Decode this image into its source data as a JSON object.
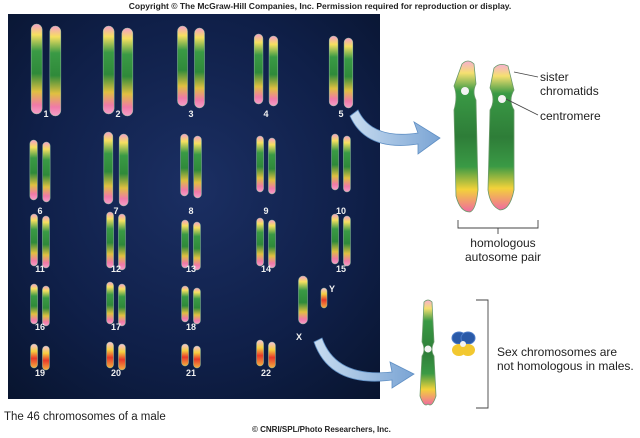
{
  "copyright": "Copyright © The McGraw-Hill Companies, Inc. Permission required for reproduction or display.",
  "caption": "The 46 chromosomes of a male",
  "credit": "© CNRI/SPL/Photo Researchers, Inc.",
  "labels": {
    "sister_line1": "sister",
    "sister_line2": "chromatids",
    "centromere": "centromere",
    "homologous_line1": "homologous",
    "homologous_line2": "autosome pair",
    "sex_line1": "Sex chromosomes are",
    "sex_line2": "not homologous in males."
  },
  "chromosome_numbers": [
    "1",
    "2",
    "3",
    "4",
    "5",
    "6",
    "7",
    "8",
    "9",
    "10",
    "11",
    "12",
    "13",
    "14",
    "15",
    "16",
    "17",
    "18",
    "19",
    "20",
    "21",
    "22"
  ],
  "sex_chromosomes": [
    "X",
    "Y"
  ],
  "colors": {
    "background": "#0c1a3a",
    "chromosome_green": "#2f8a3a",
    "chromosome_yellow": "#f2d23a",
    "chromosome_pink": "#f06aa0",
    "chromosome_red": "#e8362a",
    "arrow": "#8fb4dc"
  }
}
